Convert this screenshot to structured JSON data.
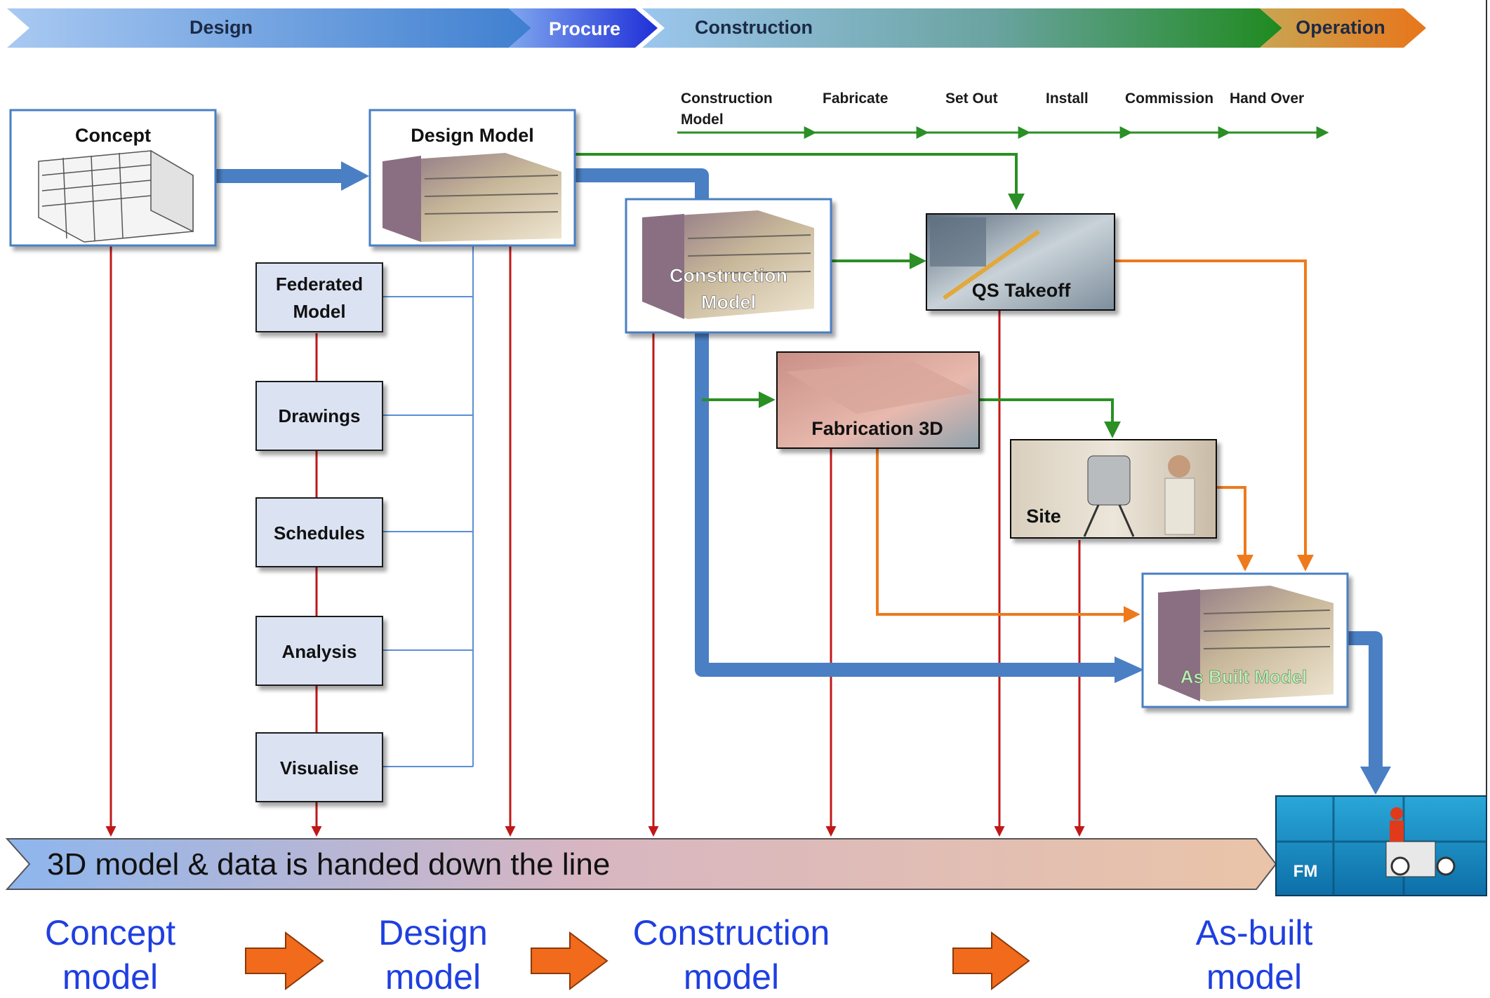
{
  "stages": [
    {
      "label": "Design",
      "color": "#3f7fd0"
    },
    {
      "label": "Procure",
      "color": "#2e3ad8"
    },
    {
      "label": "Construction",
      "color": "#2b8c2b"
    },
    {
      "label": "Operation",
      "color": "#e07a1a"
    }
  ],
  "steps": [
    "Construction",
    "Model",
    "Fabricate",
    "Set Out",
    "Install",
    "Commission",
    "Hand Over"
  ],
  "boxes": {
    "concept": "Concept",
    "design_model": "Design Model",
    "construction_model_line1": "Construction",
    "construction_model_line2": "Model",
    "qs_takeoff": "QS Takeoff",
    "fabrication": "Fabrication 3D",
    "site": "Site",
    "as_built": "As Built Model",
    "fm": "FM"
  },
  "deliverables": [
    {
      "line1": "Federated",
      "line2": "Model"
    },
    {
      "line1": "Drawings"
    },
    {
      "line1": "Schedules"
    },
    {
      "line1": "Analysis"
    },
    {
      "line1": "Visualise"
    }
  ],
  "handdown": "3D model & data is handed down the line",
  "evolution": [
    {
      "line1": "Concept",
      "line2": "model"
    },
    {
      "line1": "Design",
      "line2": "model"
    },
    {
      "line1": "Construction",
      "line2": "model"
    },
    {
      "line1": "As-built",
      "line2": "model"
    }
  ],
  "colors": {
    "flow_blue": "#4a7fc4",
    "flow_green": "#2a8f24",
    "flow_orange": "#ee7a1c",
    "flow_red": "#c01818",
    "evo_text": "#1f3fe0",
    "evo_arrow": "#f26a1b"
  }
}
